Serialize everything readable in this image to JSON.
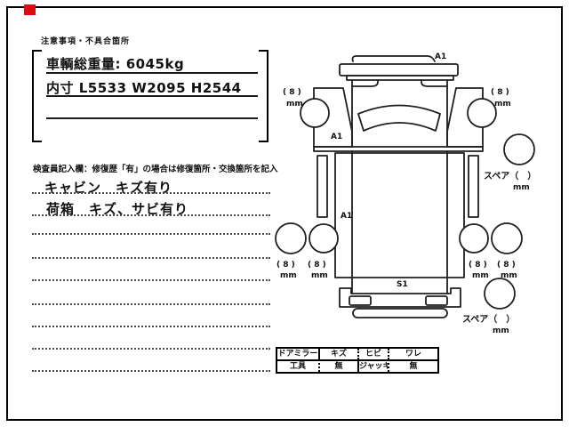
{
  "sheet": {
    "stamp_color": "#dd0a12",
    "stamp_style": "background:#dd0a12"
  },
  "notes_box": {
    "heading": "注意事項・不具合箇所",
    "gross_weight": "車輌総重量: 6045kg",
    "inner_dimensions": "内寸 L5533 W2095 H2544"
  },
  "inspector": {
    "caption": "検査員記入欄：修復歴「有」の場合は修復箇所・交換箇所を記入",
    "entry_cabin": "キャビン　キズ有り",
    "entry_cargo": "荷箱　キズ、サビ有り"
  },
  "diagram": {
    "section_label_a1": "A1",
    "floor_label_s1": "S1",
    "tread_depth": "( 8 )",
    "unit_mm": "mm",
    "spare_label": "スペア（　）"
  },
  "condition_table": {
    "rows": [
      [
        "ドアミラー",
        "キズ",
        "ヒビ",
        "ワレ"
      ],
      [
        "工具",
        "無",
        "ジャッキ",
        "無"
      ]
    ]
  }
}
